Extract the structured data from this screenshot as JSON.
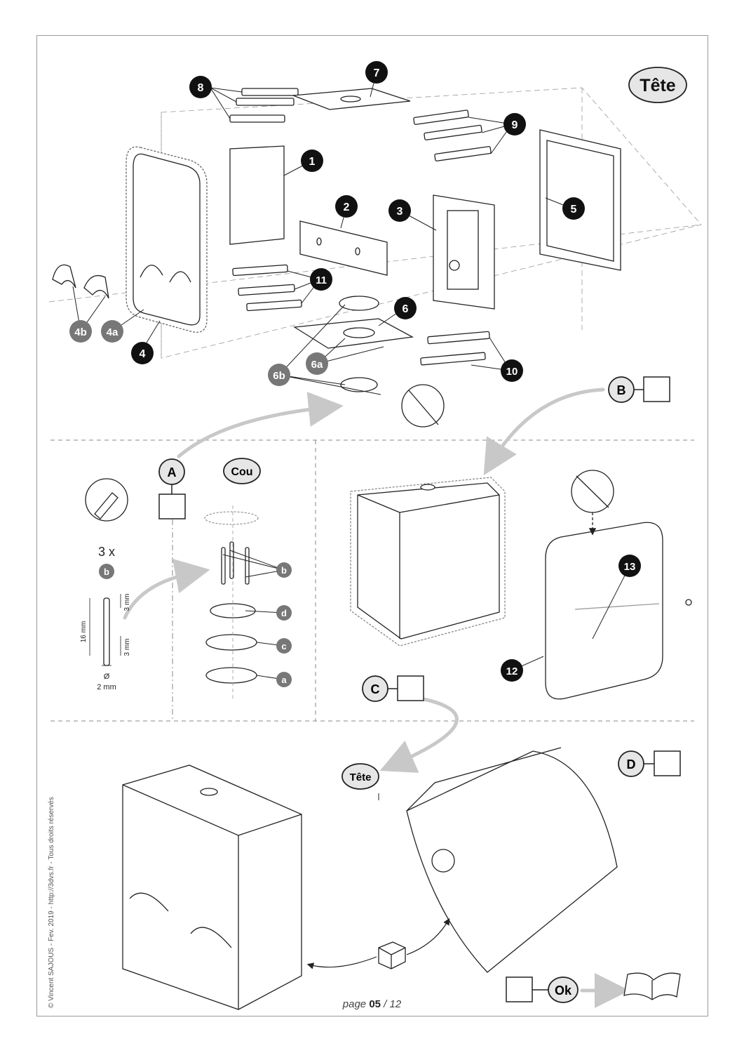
{
  "page": {
    "section_title": "Tête",
    "page_label": "page",
    "page_current": "05",
    "page_total": "12",
    "copyright": "© Vincent SAJOUS - Fev. 2019 - http://3dvs.fr - Tous droits réservés"
  },
  "parts": {
    "p1": "1",
    "p2": "2",
    "p3": "3",
    "p4": "4",
    "p4a": "4a",
    "p4b": "4b",
    "p5": "5",
    "p6": "6",
    "p6a": "6a",
    "p6b": "6b",
    "p7": "7",
    "p8": "8",
    "p9": "9",
    "p10": "10",
    "p11": "11",
    "p12": "12",
    "p13": "13"
  },
  "steps": {
    "a": "A",
    "b": "B",
    "c": "C",
    "d": "D",
    "cou": "Cou",
    "tete_target": "Tête",
    "ok": "Ok"
  },
  "pin": {
    "quantity": "3 x",
    "part": "b",
    "length": "16 mm",
    "end_a": "3 mm",
    "end_b": "3 mm",
    "diameter_symbol": "Ø",
    "diameter": "2 mm"
  },
  "neck_stack": {
    "b": "b",
    "d": "d",
    "c": "c",
    "a": "a"
  }
}
